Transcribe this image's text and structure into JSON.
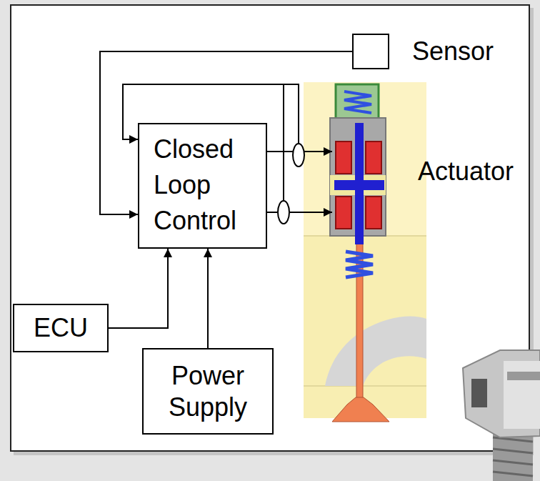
{
  "diagram": {
    "nodes": [
      {
        "text": [
          "Sensor"
        ]
      },
      {
        "text": [
          "Closed Loop Control"
        ]
      },
      {
        "text": [
          "Actuator"
        ]
      },
      {
        "text": [
          "ECU"
        ]
      },
      {
        "text": [
          "Power Supply"
        ]
      }
    ],
    "edges": [
      {
        "from": 0,
        "to": 1,
        "arrow": "to"
      },
      {
        "from": 2,
        "to": 1,
        "arrow": "to"
      },
      {
        "from": 1,
        "to": 2,
        "arrow": "to"
      },
      {
        "from": 1,
        "to": 2,
        "arrow": "to"
      },
      {
        "from": 3,
        "to": 1,
        "arrow": "to"
      },
      {
        "from": 4,
        "to": 1,
        "arrow": "to"
      }
    ]
  }
}
